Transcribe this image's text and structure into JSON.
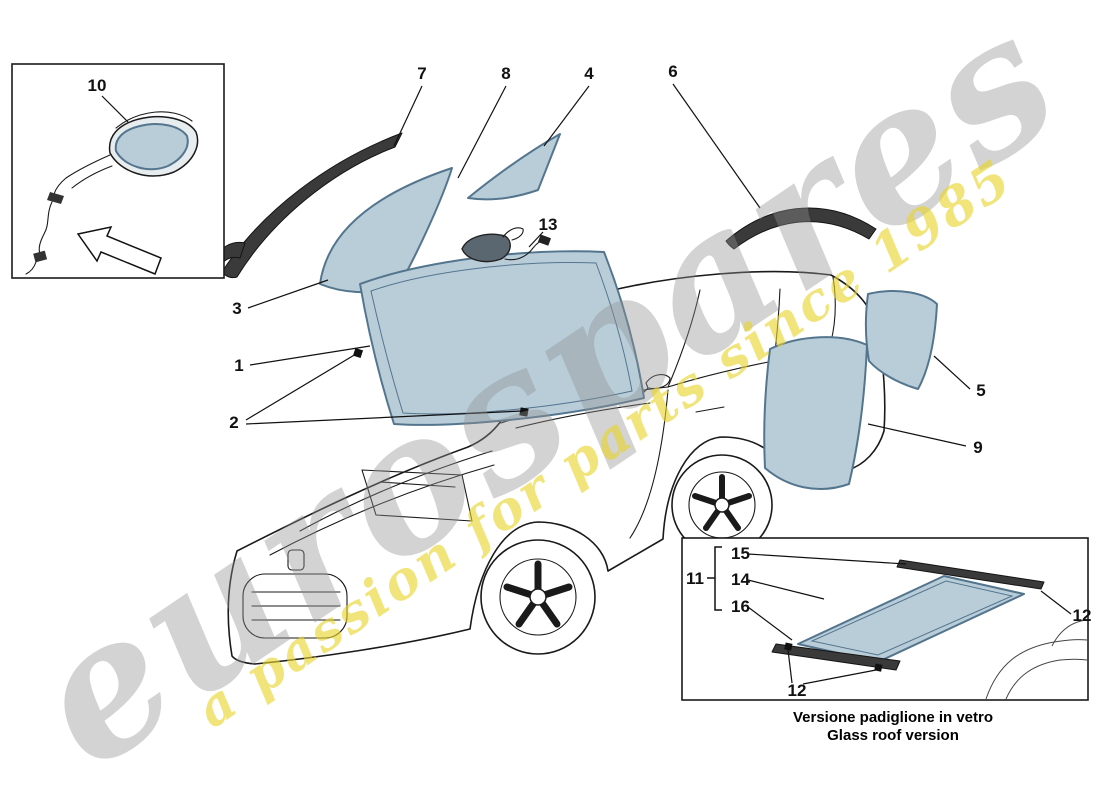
{
  "watermark": {
    "brand": "eurospares",
    "tagline": "a passion for parts since 1985"
  },
  "colors": {
    "glass": "#b9cdd9",
    "glass_stroke": "#54758e",
    "trim": "#3a3a3a",
    "line": "#1a1a1a",
    "watermark_gray": "#919191",
    "watermark_yellow": "#e6d428"
  },
  "callouts": {
    "c1": "1",
    "c2": "2",
    "c3": "3",
    "c4": "4",
    "c5": "5",
    "c6": "6",
    "c7": "7",
    "c8": "8",
    "c9": "9",
    "c10": "10",
    "c11": "11",
    "c12": "12",
    "c13": "13",
    "c14": "14",
    "c15": "15",
    "c16": "16"
  },
  "roof_inset": {
    "caption_it": "Versione padiglione in vetro",
    "caption_en": "Glass roof version"
  }
}
